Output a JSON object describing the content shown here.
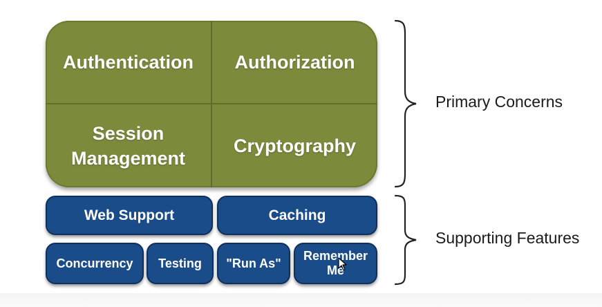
{
  "primary": {
    "authentication": "Authentication",
    "authorization": "Authorization",
    "session_line1": "Session",
    "session_line2": "Management",
    "cryptography": "Cryptography"
  },
  "supporting": {
    "web_support": "Web Support",
    "caching": "Caching",
    "concurrency": "Concurrency",
    "testing": "Testing",
    "run_as": "\"Run As\"",
    "remember_line1": "Remember",
    "remember_line2": "Me"
  },
  "labels": {
    "primary_concerns": "Primary Concerns",
    "supporting_features": "Supporting Features"
  },
  "colors": {
    "primary_green": "#7c8a3c",
    "supporting_blue": "#1b4c8a"
  },
  "icons": {
    "cursor": "mouse-pointer-icon"
  }
}
